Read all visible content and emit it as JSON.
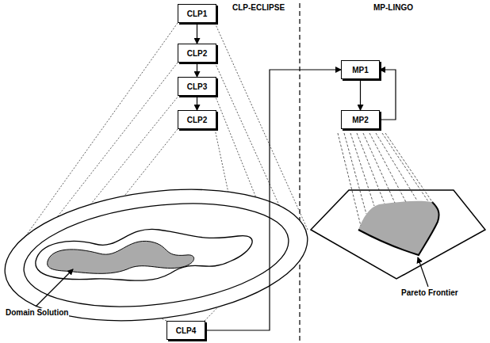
{
  "diagram": {
    "nodes": [
      {
        "text": [
          "CLP1"
        ]
      },
      {
        "text": [
          "CLP2"
        ]
      },
      {
        "text": [
          "CLP3"
        ]
      },
      {
        "text": [
          "CLP2"
        ]
      },
      {
        "text": [
          "CLP4"
        ]
      },
      {
        "text": [
          "MP1"
        ]
      },
      {
        "text": [
          "MP2"
        ]
      }
    ],
    "edges": [
      {
        "from": 0,
        "to": 1,
        "arrow": "to"
      },
      {
        "from": 1,
        "to": 2,
        "arrow": "to"
      },
      {
        "from": 2,
        "to": 3,
        "arrow": "to"
      },
      {
        "from": 4,
        "to": 5,
        "arrow": "to"
      },
      {
        "from": 5,
        "to": 6,
        "arrow": "to"
      },
      {
        "from": 6,
        "to": 5,
        "arrow": "to"
      }
    ],
    "labels": [
      "CLP-ECLIPSE",
      "MP-LINGO",
      "Domain Solution",
      "Pareto Frontier"
    ]
  }
}
